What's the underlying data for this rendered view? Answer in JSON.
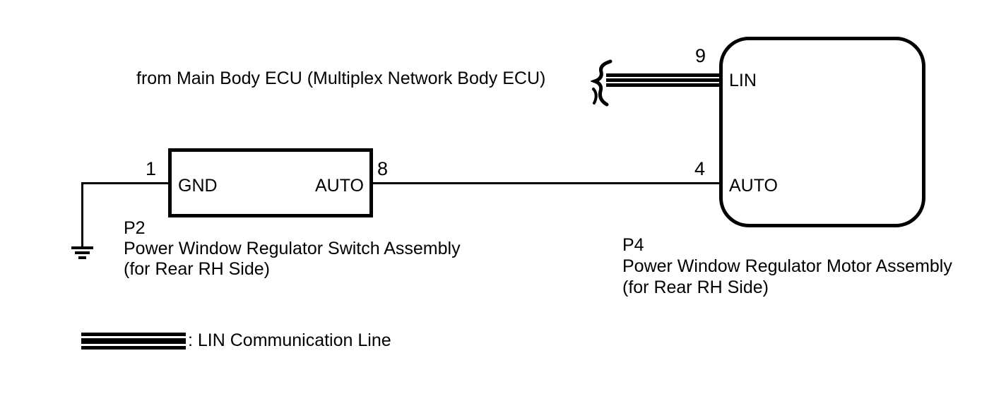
{
  "diagram": {
    "colors": {
      "line": "#000000",
      "background": "#ffffff"
    },
    "ecu_source_label": "from Main Body ECU (Multiplex Network Body ECU)",
    "switch_assembly": {
      "id": "P2",
      "name": "Power Window Regulator Switch Assembly",
      "variant": "(for Rear RH Side)",
      "pin_gnd_number": "1",
      "pin_gnd_label": "GND",
      "pin_auto_number": "8",
      "pin_auto_label": "AUTO"
    },
    "motor_assembly": {
      "id": "P4",
      "name": "Power Window Regulator Motor Assembly",
      "variant": "(for Rear RH Side)",
      "pin_lin_number": "9",
      "pin_lin_label": "LIN",
      "pin_auto_number": "4",
      "pin_auto_label": "AUTO"
    },
    "legend": {
      "label": ": LIN Communication Line"
    }
  }
}
